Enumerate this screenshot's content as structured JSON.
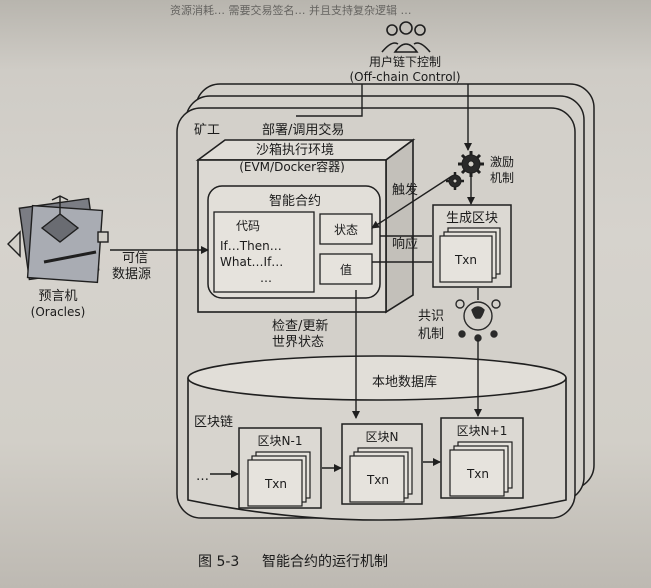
{
  "text": {
    "top_bg": "资源消耗… 需要交易签名…  并且支持复杂逻辑 …",
    "user_control": "用户链下控制",
    "user_control_en": "(Off-chain Control)",
    "miner": "矿工",
    "deploy_call": "部署/调用交易",
    "sandbox": "沙箱执行环境",
    "sandbox_en": "(EVM/Docker容器)",
    "smart_contract": "智能合约",
    "code": "代码",
    "code_line1": "If…Then…",
    "code_line2": "What…If…",
    "code_line3": "…",
    "state": "状态",
    "value": "值",
    "trigger": "触发",
    "response": "响应",
    "incentive": "激励",
    "mechanism": "机制",
    "generate_block": "生成区块",
    "txn": "Txn",
    "consensus": "共识",
    "consensus_mech": "机制",
    "trusted": "可信",
    "data_source": "数据源",
    "oracle": "预言机",
    "oracle_en": "(Oracles)",
    "check_update": "检查/更新",
    "world_state": "世界状态",
    "local_db": "本地数据库",
    "blockchain": "区块链",
    "block_n_minus_1": "区块N-1",
    "block_n": "区块N",
    "block_n_plus_1": "区块N+1",
    "ellipsis": "…",
    "figure_label": "图 5-3",
    "caption": "智能合约的运行机制"
  },
  "colors": {
    "line": "#1f1f1f",
    "box_fill": "#dcd9d3",
    "background": "#d2cfc8"
  }
}
